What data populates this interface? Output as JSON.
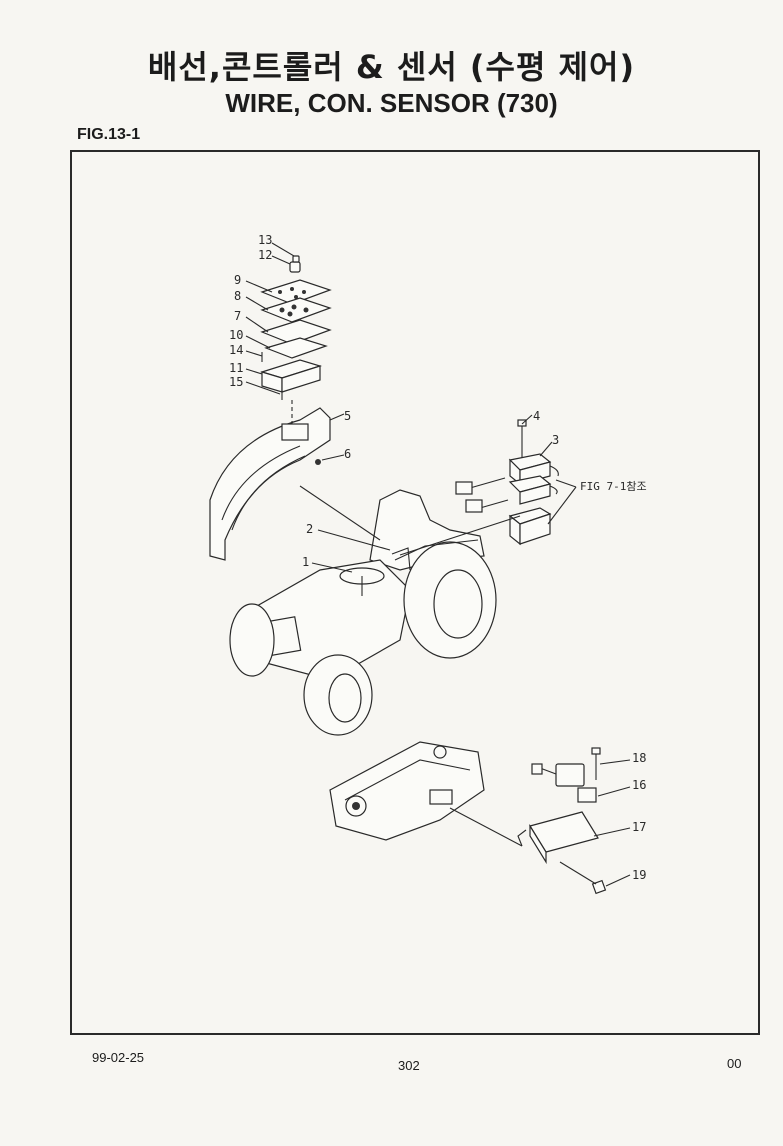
{
  "header": {
    "title_korean": "배선,콘트롤러 & 센서 (수평 제어)",
    "title_english": "WIRE, CON. SENSOR (730)",
    "figure_label": "FIG.13-1"
  },
  "diagram": {
    "callouts": [
      "13",
      "12",
      "9",
      "8",
      "7",
      "10",
      "14",
      "11",
      "15",
      "5",
      "6",
      "4",
      "3",
      "FIG 7-1참조",
      "2",
      "1",
      "18",
      "16",
      "17",
      "19"
    ]
  },
  "footer": {
    "date": "99-02-25",
    "page_number": "302",
    "revision": "00"
  }
}
